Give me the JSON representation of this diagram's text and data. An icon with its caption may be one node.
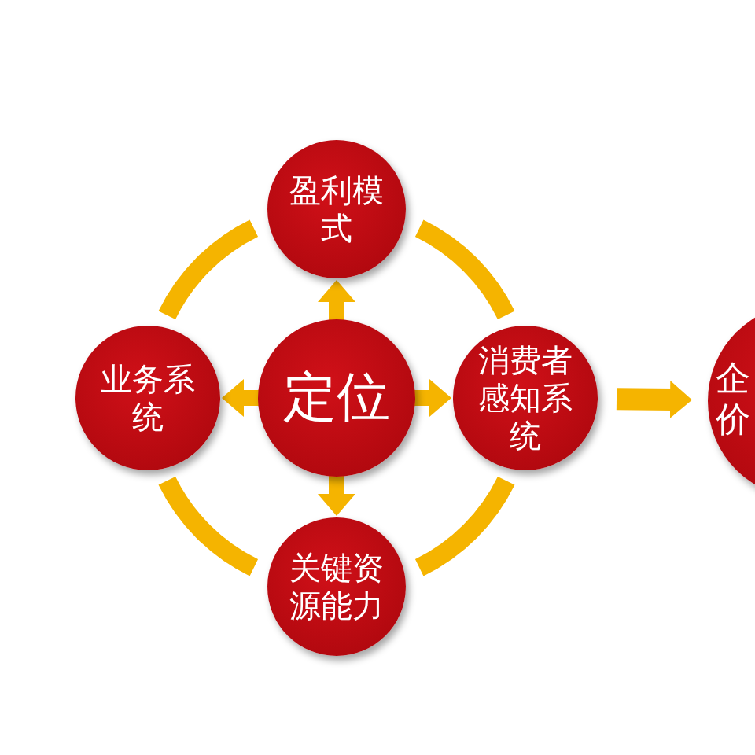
{
  "diagram": {
    "nodes": [
      {
        "text": [
          "定位"
        ]
      },
      {
        "text": [
          "盈利模式"
        ]
      },
      {
        "text": [
          "业务系统"
        ]
      },
      {
        "text": [
          "消费者感知系统"
        ]
      },
      {
        "text": [
          "关键资源能力"
        ]
      },
      {
        "text": [
          "企价"
        ]
      }
    ],
    "edges": [
      {
        "from": 0,
        "to": 1,
        "arrow": "to"
      },
      {
        "from": 0,
        "to": 2,
        "arrow": "to"
      },
      {
        "from": 0,
        "to": 3,
        "arrow": "to"
      },
      {
        "from": 0,
        "to": 4,
        "arrow": "to"
      },
      {
        "from": 1,
        "to": 2,
        "arrow": "none"
      },
      {
        "from": 1,
        "to": 3,
        "arrow": "none"
      },
      {
        "from": 2,
        "to": 4,
        "arrow": "none"
      },
      {
        "from": 3,
        "to": 4,
        "arrow": "none"
      },
      {
        "from": 3,
        "to": 5,
        "arrow": "to"
      }
    ]
  }
}
